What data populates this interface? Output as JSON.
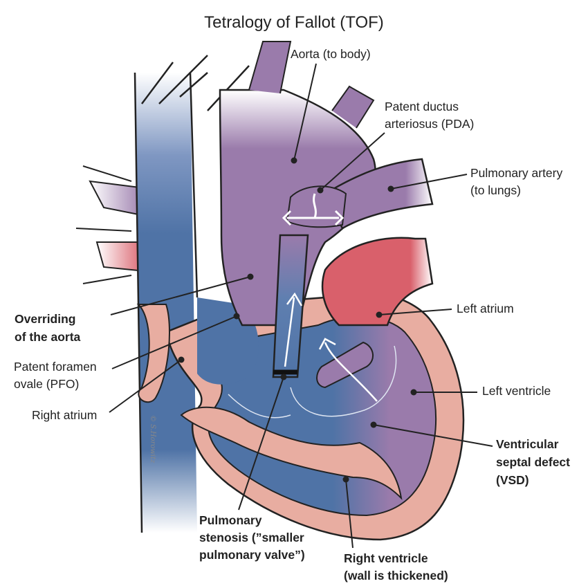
{
  "title": "Tetralogy of Fallot (TOF)",
  "signature": "© S.Horowitz",
  "colors": {
    "oxygen_poor": "#4f73a6",
    "oxygen_rich": "#d9606b",
    "mixed": "#9a7bab",
    "heart_wall": "#e8ada1",
    "outline": "#222222"
  },
  "labels": {
    "aorta": "Aorta (to body)",
    "pda_1": "Patent ductus",
    "pda_2": "arteriosus (PDA)",
    "pulm_artery_1": "Pulmonary artery",
    "pulm_artery_2": "(to lungs)",
    "left_atrium": "Left atrium",
    "left_ventricle": "Left ventricle",
    "vsd_1": "Ventricular",
    "vsd_2": "septal defect",
    "vsd_3": "(VSD)",
    "rv_1": "Right ventricle",
    "rv_2": "(wall is thickened)",
    "ps_1": "Pulmonary",
    "ps_2": "stenosis (”smaller",
    "ps_3": "pulmonary valve”)",
    "right_atrium": "Right atrium",
    "pfo_1": "Patent foramen",
    "pfo_2": "ovale (PFO)",
    "overriding_1": "Overriding",
    "overriding_2": "of the aorta"
  }
}
